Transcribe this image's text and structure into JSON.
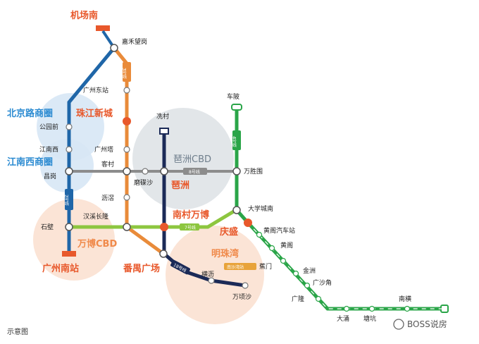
{
  "map": {
    "note": "示意图",
    "watermark": "BOSS说房",
    "colors": {
      "line2": "#1f66a8",
      "line3": "#e98b3a",
      "line4": "#2aa548",
      "line7": "#8dc63f",
      "line8": "#8c8c8c",
      "line18": "#1b2a57"
    },
    "stations": {
      "airport_s": "机场南",
      "jiahe": "嘉禾望岗",
      "gz_east": "广州东站",
      "gongyuanqian": "公园前",
      "jiangnanxi": "江南西",
      "changgang": "昌岗",
      "gz_tower": "广州塔",
      "kecun": "客村",
      "moudiesha": "磨碟沙",
      "pazhou_lbl": "琶洲",
      "xiancun": "冼村",
      "wanshengwei": "万胜围",
      "chebei": "车陂",
      "univ_s": "大学城南",
      "lijiao": "沥滘",
      "shibi": "石壁",
      "hanxi": "汉溪长隆",
      "nancun": "南村万博",
      "qingsheng": "庆盛",
      "huangge_auto": "黄阁汽车站",
      "huangge": "黄阁",
      "jiaomen": "蕉门",
      "jinzhou": "金洲",
      "guangsha": "广沙角",
      "guanglong": "广隆",
      "datong": "大涌",
      "tangkeng": "塘坑",
      "nanheng": "南横",
      "panyu_sq": "番禺广场",
      "hengli": "横沥",
      "wanqingsha": "万顷沙",
      "gz_south": "广州南站"
    },
    "districts": {
      "beijing_rd": "北京路商圈",
      "zhujiang": "珠江新城",
      "jiangnanxi_c": "江南西商圈",
      "pazhou_cbd": "琶洲CBD",
      "wanbo_cbd": "万博CBD",
      "mingzhuwan": "明珠湾"
    },
    "line_tags": {
      "l3": "3号线",
      "l4": "4号线",
      "l2": "2号线",
      "l8": "8号线",
      "l7": "7号线",
      "l18": "18号线",
      "mzw_sign": "南沙湾站"
    }
  }
}
